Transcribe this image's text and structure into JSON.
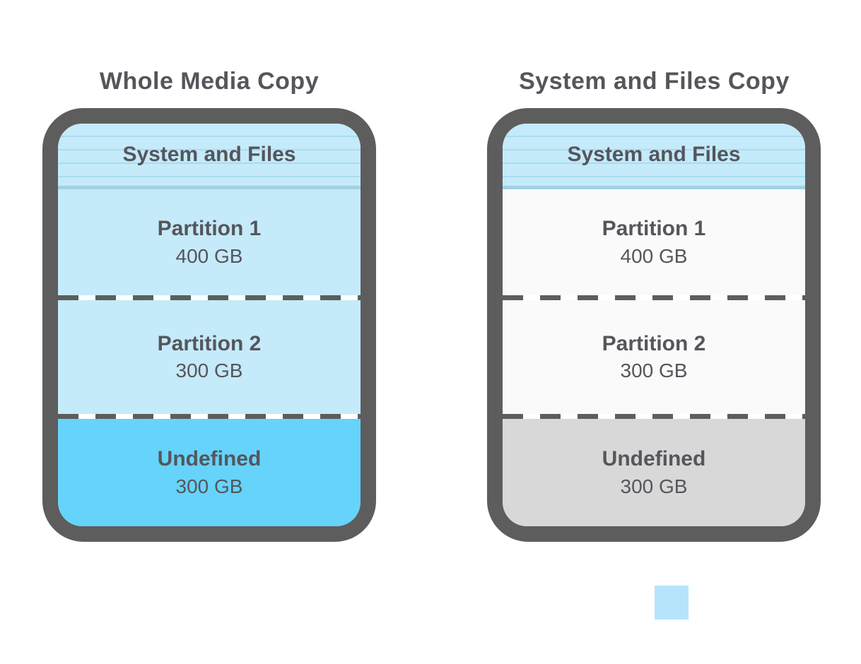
{
  "page": {
    "background_color": "#ffffff"
  },
  "diagrams": [
    {
      "title": "Whole Media Copy",
      "device": {
        "sections": [
          {
            "label": "System and Files"
          },
          {
            "label": "Partition 1",
            "size": "400 GB"
          },
          {
            "label": "Partition 2",
            "size": "300 GB"
          },
          {
            "label": "Undefined",
            "size": "300 GB"
          }
        ]
      },
      "section_colors": {
        "system_and_files": "#c5eafa",
        "partition_1": "#c5eafa",
        "partition_2": "#c5eafa",
        "undefined": "#66d3fb"
      }
    },
    {
      "title": "System and Files Copy",
      "device": {
        "sections": [
          {
            "label": "System and Files"
          },
          {
            "label": "Partition 1",
            "size": "400 GB"
          },
          {
            "label": "Partition 2",
            "size": "300 GB"
          },
          {
            "label": "Undefined",
            "size": "300 GB"
          }
        ]
      },
      "section_colors": {
        "system_and_files": "#c5eafa",
        "partition_1": "#fafafa",
        "partition_2": "#fafafa",
        "undefined": "#d8d8d8"
      }
    }
  ],
  "legend": {
    "swatch_color": "#b6e4fc"
  },
  "theme": {
    "device_border_color": "#5d5d5d",
    "divider_color": "#5d5d5d",
    "text_color": "#55565b",
    "system_stripe_color": "#a9dcee",
    "system_bottom_border_color": "#a0d2e5"
  }
}
